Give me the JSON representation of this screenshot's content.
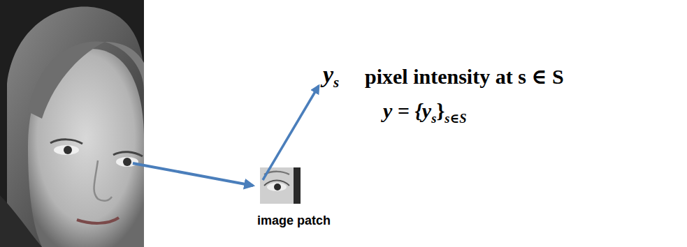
{
  "diagram": {
    "labels": [
      "y",
      "s",
      "pixel intensity at s ∈ S",
      "y = {y",
      "s",
      "}",
      "s∈S",
      "image patch"
    ]
  }
}
